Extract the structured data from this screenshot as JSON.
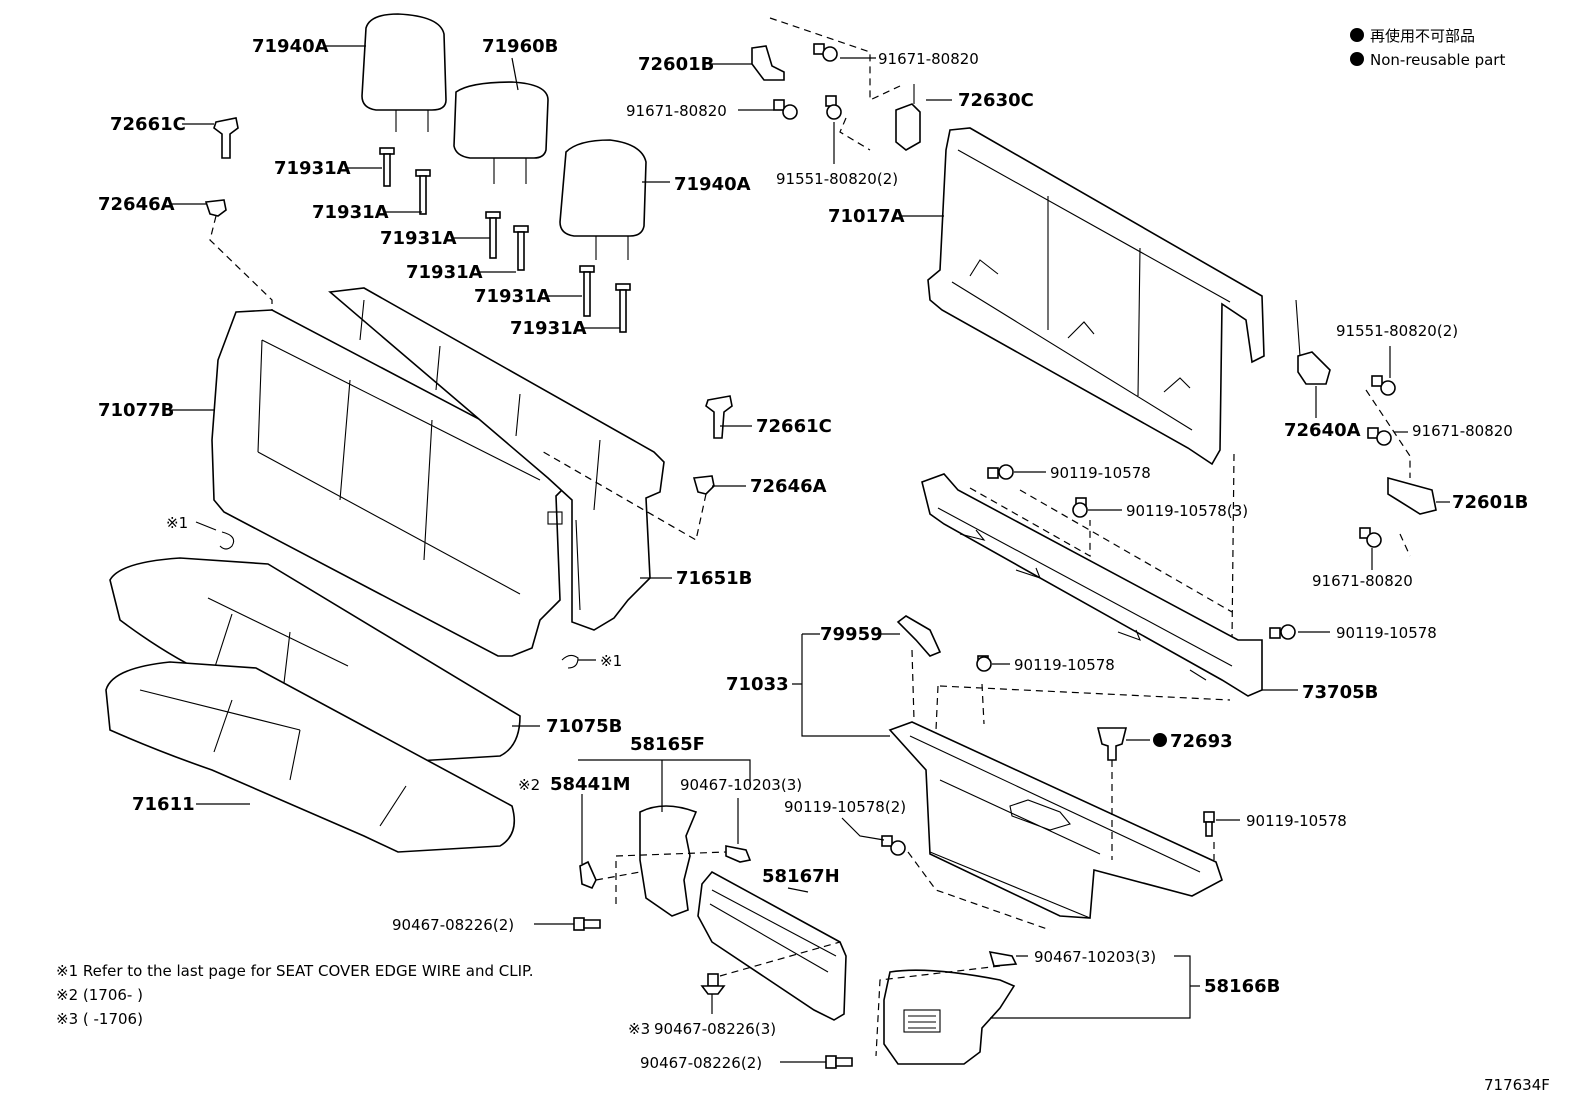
{
  "legend": {
    "jp": "再使用不可部品",
    "en": "Non-reusable part"
  },
  "notes": [
    "※1  Refer to the last page for SEAT COVER EDGE WIRE and CLIP.",
    "※2 (1706-     )",
    "※3 (     -1706)"
  ],
  "ref1_a": "※1",
  "ref1_b": "※1",
  "ref2": "※2",
  "ref3": "※3",
  "diagram_id": "717634F",
  "parts": {
    "p71940A_1": "71940A",
    "p71960B": "71960B",
    "p72661C_1": "72661C",
    "p72646A_1": "72646A",
    "p71931A_1": "71931A",
    "p71931A_2": "71931A",
    "p71931A_3": "71931A",
    "p71931A_4": "71931A",
    "p71931A_5": "71931A",
    "p71931A_6": "71931A",
    "p71940A_2": "71940A",
    "p72601B_1": "72601B",
    "p91671_80820_1": "91671-80820",
    "p91671_80820_2": "91671-80820",
    "p72630C": "72630C",
    "p91551_80820_1": "91551-80820(2)",
    "p71017A": "71017A",
    "p91551_80820_2": "91551-80820(2)",
    "p72640A": "72640A",
    "p91671_80820_3": "91671-80820",
    "p72601B_2": "72601B",
    "p91671_80820_4": "91671-80820",
    "p71077B": "71077B",
    "p72661C_2": "72661C",
    "p72646A_2": "72646A",
    "p71651B": "71651B",
    "p90119_10578_1": "90119-10578",
    "p90119_10578_2": "90119-10578(3)",
    "p90119_10578_3": "90119-10578",
    "p90119_10578_4": "90119-10578",
    "p73705B": "73705B",
    "p79959": "79959",
    "p71033": "71033",
    "p72693": "72693",
    "p71075B": "71075B",
    "p71611": "71611",
    "p58165F": "58165F",
    "p58441M": "58441M",
    "p90467_10203_1": "90467-10203(3)",
    "p90119_10578_5": "90119-10578(2)",
    "p90119_10578_6": "90119-10578",
    "p58167H": "58167H",
    "p90467_08226_1": "90467-08226(2)",
    "p90467_08226_2": "90467-08226(3)",
    "p90467_08226_3": "90467-08226(2)",
    "p90467_10203_2": "90467-10203(3)",
    "p58166B": "58166B"
  }
}
